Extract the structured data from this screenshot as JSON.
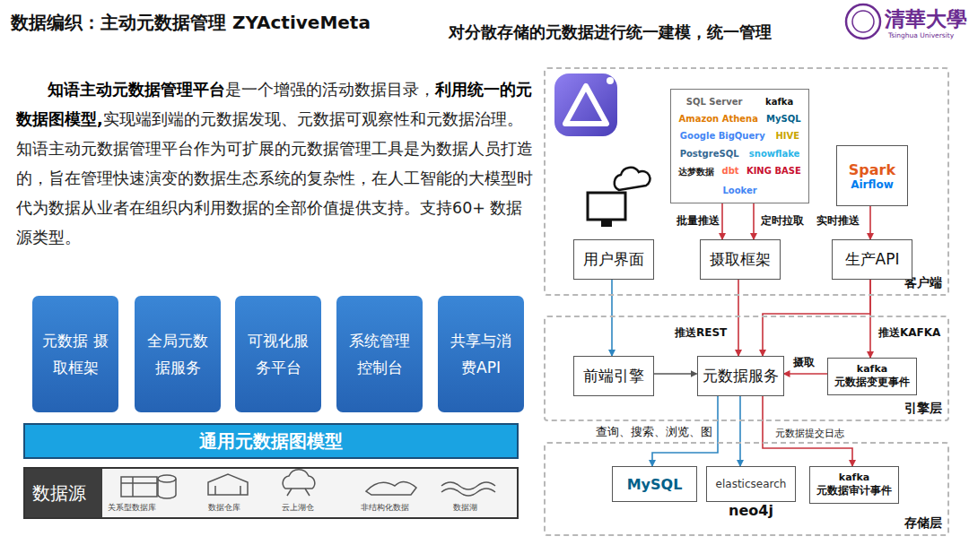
{
  "diagram": {
    "title": "数据编织：主动元数据管理 ZYActiveMeta",
    "nodes": [
      {
        "text": [
          "元数据 摄取框架"
        ]
      },
      {
        "text": [
          "全局元数据服务"
        ]
      },
      {
        "text": [
          "可视化服务平台"
        ]
      },
      {
        "text": [
          "系统管理控制台"
        ]
      },
      {
        "text": [
          "共享与消费API"
        ]
      },
      {
        "text": [
          "通用元数据图模型"
        ]
      },
      {
        "text": [
          "数据源"
        ]
      },
      {
        "text": [
          "客户端"
        ]
      },
      {
        "text": [
          "SQL Server",
          "kafka",
          "Amazon Athena",
          "MySQL",
          "Google BigQuery",
          "HIVE",
          "PostgreSQL",
          "snowflake",
          "达梦数据",
          "dbt",
          "KING BASE",
          "Looker"
        ],
        "in": 7
      },
      {
        "text": [
          "Spark",
          "Airflow"
        ],
        "in": 7
      },
      {
        "text": [
          "用户界面"
        ],
        "in": 7
      },
      {
        "text": [
          "摄取框架"
        ],
        "in": 7
      },
      {
        "text": [
          "生产API"
        ],
        "in": 7
      },
      {
        "text": [
          "引擎层"
        ]
      },
      {
        "text": [
          "前端引擎"
        ],
        "in": 13
      },
      {
        "text": [
          "元数据服务"
        ],
        "in": 13
      },
      {
        "text": [
          "kafka",
          "元数据变更事件"
        ],
        "in": 13
      },
      {
        "text": [
          "存储层"
        ]
      },
      {
        "text": [
          "MySQL"
        ],
        "in": 17
      },
      {
        "text": [
          "elasticsearch",
          "neo4j"
        ],
        "in": 17
      },
      {
        "text": [
          "kafka",
          "元数据审计事件"
        ],
        "in": 17
      }
    ],
    "edges": [
      {
        "from": 8,
        "to": 11,
        "arrow": "to",
        "label": "批量推送"
      },
      {
        "from": 8,
        "to": 11,
        "arrow": "to",
        "label": "定时拉取"
      },
      {
        "from": 9,
        "to": 12,
        "arrow": "to",
        "label": "实时推送"
      },
      {
        "from": 10,
        "to": 14,
        "arrow": "to"
      },
      {
        "from": 11,
        "to": 15,
        "arrow": "to",
        "label": "推送REST"
      },
      {
        "from": 12,
        "to": 15,
        "arrow": "to"
      },
      {
        "from": 12,
        "to": 16,
        "arrow": "to",
        "label": "推送KAFKA"
      },
      {
        "from": 16,
        "to": 15,
        "arrow": "to",
        "label": "摄取"
      },
      {
        "from": 14,
        "to": 15,
        "arrow": "to"
      },
      {
        "from": 15,
        "to": 18,
        "arrow": "to",
        "label": "查询、搜索、浏览、图"
      },
      {
        "from": 15,
        "to": 19,
        "arrow": "to"
      },
      {
        "from": 15,
        "to": 20,
        "arrow": "to",
        "label": "元数据提交日志"
      }
    ],
    "labels": [
      "对分散存储的元数据进行统一建模，统一管理",
      "清華大學",
      "Tsinghua University",
      "知语主动元数据管理平台",
      "是一个增强的活动数据目录，",
      "利用统一的元数据图模型,",
      "实现端到端的元数据发现、元数据可观察性和元数据治理。知语主动元数据管理平台作为可扩展的元数据管理工具是为数据人员打造的，旨在管理快速演变的数据生态系统的复杂性，在人工智能的大模型时代为数据从业者在组织内利用数据的全部价值提供支持。支持60+ 数据源类型。",
      "关系型数据库",
      "数据仓库",
      "云上湖仓",
      "非结构化数据",
      "数据湖"
    ]
  }
}
